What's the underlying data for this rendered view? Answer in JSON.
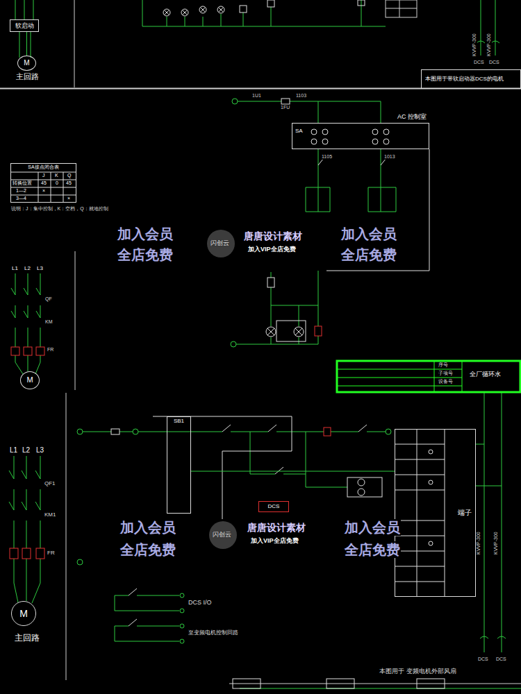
{
  "diagram": {
    "nodes": [
      {
        "text": [
          "软启动"
        ]
      },
      {
        "text": [
          "M"
        ]
      },
      {
        "text": [
          "本图用于带软启动器DCS的电机"
        ]
      },
      {
        "text": [
          "AC 控制室"
        ]
      },
      {
        "text": [
          "SA接点闭合表"
        ]
      },
      {
        "text": [
          "M"
        ]
      },
      {
        "text": [
          "SB1"
        ]
      },
      {
        "text": [
          "DCS"
        ]
      },
      {
        "text": [
          "端子"
        ]
      },
      {
        "text": [
          "M"
        ]
      }
    ],
    "edges": [
      {
        "from": 0,
        "to": 1,
        "arrow": "none"
      },
      {
        "from": 6,
        "to": 8,
        "arrow": "none"
      }
    ],
    "labels": [
      "主回路",
      "KVVP-300",
      "KVVP-300",
      "DCS",
      "DCS",
      "SA",
      "1U1",
      "1103",
      "1FU",
      "1105",
      "1013",
      "J",
      "K",
      "Q",
      "转换位置",
      "45",
      "0",
      "45",
      "1—2",
      "×",
      "3—4",
      "×",
      "说明：J：集中控制，K：空档，Q：就地控制",
      "L1",
      "L2",
      "L3",
      "QF",
      "KM",
      "FR",
      "加入会员",
      "全店免费",
      "闪创云",
      "唐唐设计素材",
      "加入VIP全店免费",
      "加入会员",
      "全店免费",
      "序号",
      "子项号",
      "设备号",
      "全厂循环水",
      "L1",
      "L2",
      "L3",
      "QF1",
      "KM1",
      "FR",
      "主回路",
      "DCS I/O",
      "至变频电机控制回路",
      "KVVP-300",
      "KVVP-300",
      "DCS",
      "DCS",
      "本图用于 变频电机外部风扇",
      "加入会员",
      "全店免费",
      "闪创云",
      "唐唐设计素材",
      "加入VIP全店免费",
      "加入会员",
      "全店免费"
    ]
  }
}
